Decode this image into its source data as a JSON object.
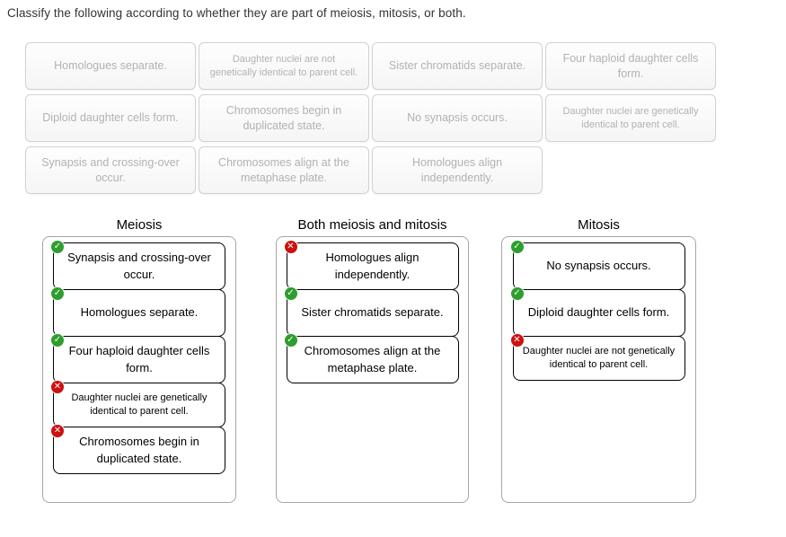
{
  "title": "Classify the following according to whether they are part of meiosis, mitosis, or both.",
  "colors": {
    "correct": "#2e9e2e",
    "incorrect": "#cc1111"
  },
  "icons": {
    "correct": "✓",
    "incorrect": "✕"
  },
  "bank": {
    "items": [
      {
        "label": "Homologues separate."
      },
      {
        "label": "Daughter nuclei are not genetically identical to parent cell."
      },
      {
        "label": "Sister chromatids separate."
      },
      {
        "label": "Four haploid daughter cells form."
      },
      {
        "label": "Diploid daughter cells form."
      },
      {
        "label": "Chromosomes begin in duplicated state."
      },
      {
        "label": "No synapsis occurs."
      },
      {
        "label": "Daughter nuclei are genetically identical to parent cell."
      },
      {
        "label": "Synapsis and crossing-over occur."
      },
      {
        "label": "Chromosomes align at the metaphase plate."
      },
      {
        "label": "Homologues align independently."
      }
    ]
  },
  "categories": [
    {
      "name": "Meiosis",
      "cards": [
        {
          "label": "Synapsis and crossing-over occur.",
          "status": "correct"
        },
        {
          "label": "Homologues separate.",
          "status": "correct"
        },
        {
          "label": "Four haploid daughter cells form.",
          "status": "correct"
        },
        {
          "label": "Daughter nuclei are genetically identical to parent cell.",
          "status": "incorrect"
        },
        {
          "label": "Chromosomes begin in duplicated state.",
          "status": "incorrect"
        }
      ]
    },
    {
      "name": "Both meiosis and mitosis",
      "cards": [
        {
          "label": "Homologues align independently.",
          "status": "incorrect"
        },
        {
          "label": "Sister chromatids separate.",
          "status": "correct"
        },
        {
          "label": "Chromosomes align at the metaphase plate.",
          "status": "correct"
        }
      ]
    },
    {
      "name": "Mitosis",
      "cards": [
        {
          "label": "No synapsis occurs.",
          "status": "correct"
        },
        {
          "label": "Diploid daughter cells form.",
          "status": "correct"
        },
        {
          "label": "Daughter nuclei are not genetically identical to parent cell.",
          "status": "incorrect"
        }
      ]
    }
  ]
}
